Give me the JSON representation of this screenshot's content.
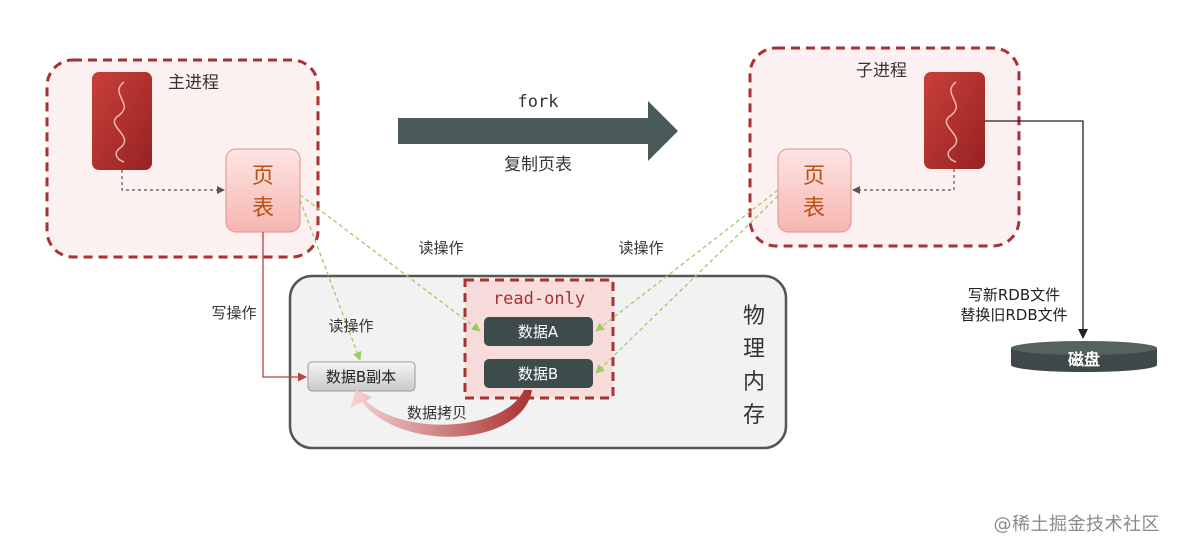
{
  "main_process": {
    "title": "主进程",
    "page_table_line1": "页",
    "page_table_line2": "表"
  },
  "child_process": {
    "title": "子进程",
    "page_table_line1": "页",
    "page_table_line2": "表"
  },
  "fork_arrow": {
    "top_label": "fork",
    "bottom_label": "复制页表"
  },
  "operations": {
    "read_left": "读操作",
    "read_right": "读操作",
    "write": "写操作",
    "read_inner": "读操作",
    "data_copy": "数据拷贝"
  },
  "physical_memory": {
    "label_chars": [
      "物",
      "理",
      "内",
      "存"
    ],
    "readonly_label": "read-only",
    "data_a": "数据A",
    "data_b": "数据B",
    "data_b_copy": "数据B副本"
  },
  "disk": {
    "label": "磁盘",
    "note_line1": "写新RDB文件",
    "note_line2": "替换旧RDB文件"
  },
  "watermark": "@稀土掘金技术社区",
  "colors": {
    "process_border": "#a83232",
    "process_fill": "#fdf0f0",
    "page_table_fill": "#f9c9c6",
    "page_table_text": "#b85010",
    "data_box": "#3e4b4b",
    "fork_arrow": "#4a5a58",
    "memory_fill": "#f2f2f2",
    "memory_border": "#555555",
    "green_dashed": "#9ccc65",
    "write_line": "#b54545",
    "disk": "#3e4848"
  }
}
